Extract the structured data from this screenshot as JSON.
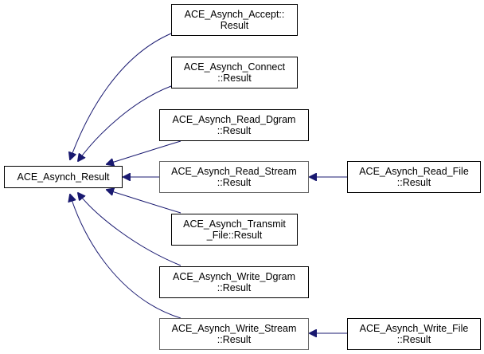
{
  "diagram": {
    "type": "inheritance-graph",
    "edge_color": "#191970",
    "nodes": [
      {
        "id": "base",
        "lines": [
          "ACE_Asynch_Result"
        ]
      },
      {
        "id": "accept",
        "lines": [
          "ACE_Asynch_Accept::",
          "Result"
        ]
      },
      {
        "id": "connect",
        "lines": [
          "ACE_Asynch_Connect",
          "::Result"
        ]
      },
      {
        "id": "read_dgram",
        "lines": [
          "ACE_Asynch_Read_Dgram",
          "::Result"
        ]
      },
      {
        "id": "read_stream",
        "lines": [
          "ACE_Asynch_Read_Stream",
          "::Result"
        ]
      },
      {
        "id": "transmit",
        "lines": [
          "ACE_Asynch_Transmit",
          "_File::Result"
        ]
      },
      {
        "id": "write_dgram",
        "lines": [
          "ACE_Asynch_Write_Dgram",
          "::Result"
        ]
      },
      {
        "id": "write_stream",
        "lines": [
          "ACE_Asynch_Write_Stream",
          "::Result"
        ]
      },
      {
        "id": "read_file",
        "lines": [
          "ACE_Asynch_Read_File",
          "::Result"
        ]
      },
      {
        "id": "write_file",
        "lines": [
          "ACE_Asynch_Write_File",
          "::Result"
        ]
      }
    ],
    "edges": [
      {
        "from": "accept",
        "to": "base"
      },
      {
        "from": "connect",
        "to": "base"
      },
      {
        "from": "read_dgram",
        "to": "base"
      },
      {
        "from": "read_stream",
        "to": "base"
      },
      {
        "from": "transmit",
        "to": "base"
      },
      {
        "from": "write_dgram",
        "to": "base"
      },
      {
        "from": "write_stream",
        "to": "base"
      },
      {
        "from": "read_file",
        "to": "read_stream"
      },
      {
        "from": "write_file",
        "to": "write_stream"
      }
    ]
  }
}
